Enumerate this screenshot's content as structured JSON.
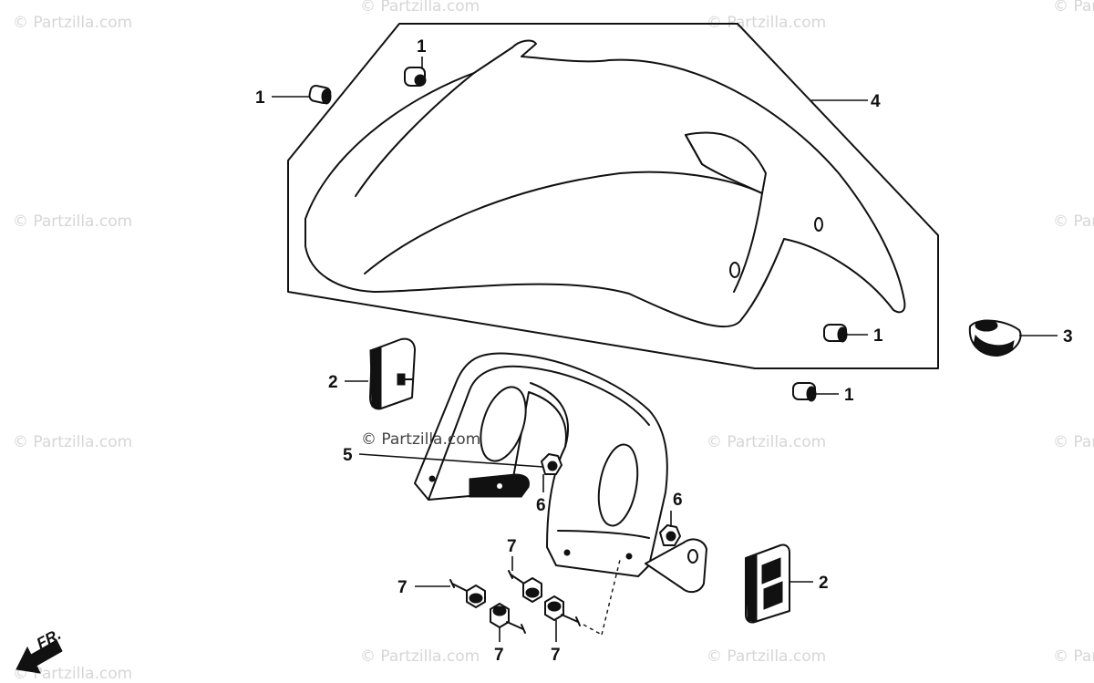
{
  "watermark": {
    "text": "© Partzilla.com",
    "center_text": "© Partzilla.com"
  },
  "direction_marker": {
    "label": "FR."
  },
  "callouts": {
    "c1_a": "1",
    "c1_b": "1",
    "c1_c": "1",
    "c1_d": "1",
    "c2_a": "2",
    "c2_b": "2",
    "c3": "3",
    "c4": "4",
    "c5": "5",
    "c6_a": "6",
    "c6_b": "6",
    "c7_a": "7",
    "c7_b": "7",
    "c7_c": "7",
    "c7_d": "7"
  }
}
